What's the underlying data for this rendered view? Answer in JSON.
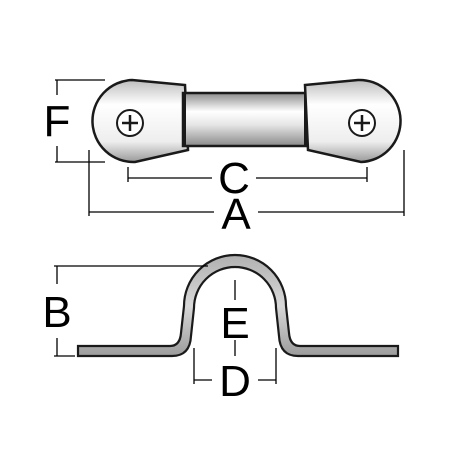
{
  "diagram": {
    "labels": {
      "a": "A",
      "b": "B",
      "c": "C",
      "d": "D",
      "e": "E",
      "f": "F"
    },
    "icons": {
      "left_screw": "phillips-screw-icon",
      "right_screw": "phillips-screw-icon"
    },
    "colors": {
      "outline": "#1a1a1a",
      "metal_light": "#ffffff",
      "metal_dark": "#9a9a9a",
      "dimension_line": "#000000"
    }
  }
}
